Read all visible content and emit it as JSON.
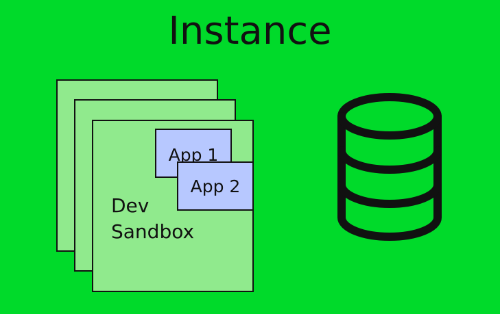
{
  "title": "Instance",
  "environment": {
    "label_line1": "Dev",
    "label_line2": "Sandbox"
  },
  "apps": [
    {
      "label": "App 1"
    },
    {
      "label": "App 2"
    }
  ],
  "database": {
    "icon": "database-icon"
  },
  "colors": {
    "background": "#00da2a",
    "sheet": "#90ea8d",
    "app": "#b7c8ff",
    "stroke": "#111111"
  }
}
